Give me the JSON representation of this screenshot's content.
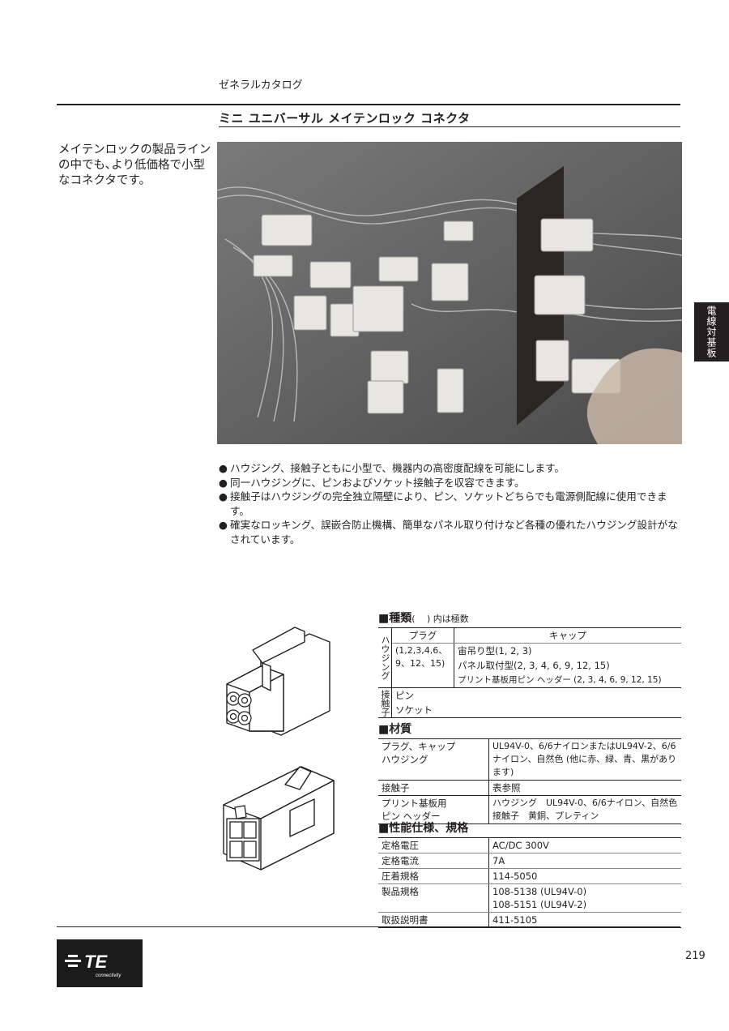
{
  "header": {
    "catalog": "ゼネラルカタログ",
    "title": "ミニ ユニバーサル メイテンロック コネクタ"
  },
  "intro": "メイテンロックの製品ラインの中でも､より低価格で小型なコネクタです。",
  "side_tab": "電線対基板",
  "bullets": [
    "ハウジング、接触子ともに小型で、機器内の高密度配線を可能にします。",
    "同一ハウジングに、ピンおよびソケット接触子を収容できます。",
    "接触子はハウジングの完全独立隔壁により、ピン、ソケットどちらでも電源側配線に使用できます。",
    "確実なロッキング、誤嵌合防止機構、簡単なパネル取り付けなど各種の優れたハウジング設計がなされています。"
  ],
  "bullet_mark": "●",
  "types": {
    "heading": "■種類",
    "note": "( 　) 内は極数",
    "housing_label": "ハウジング",
    "plug_header": "プラグ",
    "cap_header": "キャップ",
    "plug_values": "(1,2,3,4,6、9、12、15)",
    "cap_values": [
      "宙吊り型(1, 2, 3)",
      "パネル取付型(2, 3, 4, 6, 9, 12, 15)",
      "プリント基板用ピン ヘッダー (2, 3, 4, 6, 9, 12, 15)"
    ],
    "contact_label": "接触子",
    "contact_values": [
      "ピン",
      "ソケット"
    ]
  },
  "materials": {
    "heading": "■材質",
    "rows": [
      {
        "label": "プラグ、キャップ\nハウジング",
        "value": "UL94V-0、6/6ナイロンまたはUL94V-2、6/6\nナイロン、自然色 (他に赤、緑、青、黒があります)"
      },
      {
        "label": "接触子",
        "value": "表参照"
      },
      {
        "label": "プリント基板用\nピン ヘッダー",
        "value": "ハウジング　UL94V-0、6/6ナイロン、自然色\n接触子　黄銅、プレティン"
      }
    ]
  },
  "performance": {
    "heading": "■性能仕様、規格",
    "rows": [
      {
        "label": "定格電圧",
        "value": "AC/DC 300V"
      },
      {
        "label": "定格電流",
        "value": "7A"
      },
      {
        "label": "圧着規格",
        "value": "114-5050"
      },
      {
        "label": "製品規格",
        "value": "108-5138 (UL94V-0)\n108-5151 (UL94V-2)"
      },
      {
        "label": "取扱説明書",
        "value": "411-5105"
      }
    ]
  },
  "footer": {
    "logo_text": "TE",
    "logo_sub": "connectivity",
    "page_number": "219"
  },
  "colors": {
    "text": "#231f20",
    "photo_bg": "#5c5c5c",
    "logo_bg": "#1b1b1b"
  }
}
